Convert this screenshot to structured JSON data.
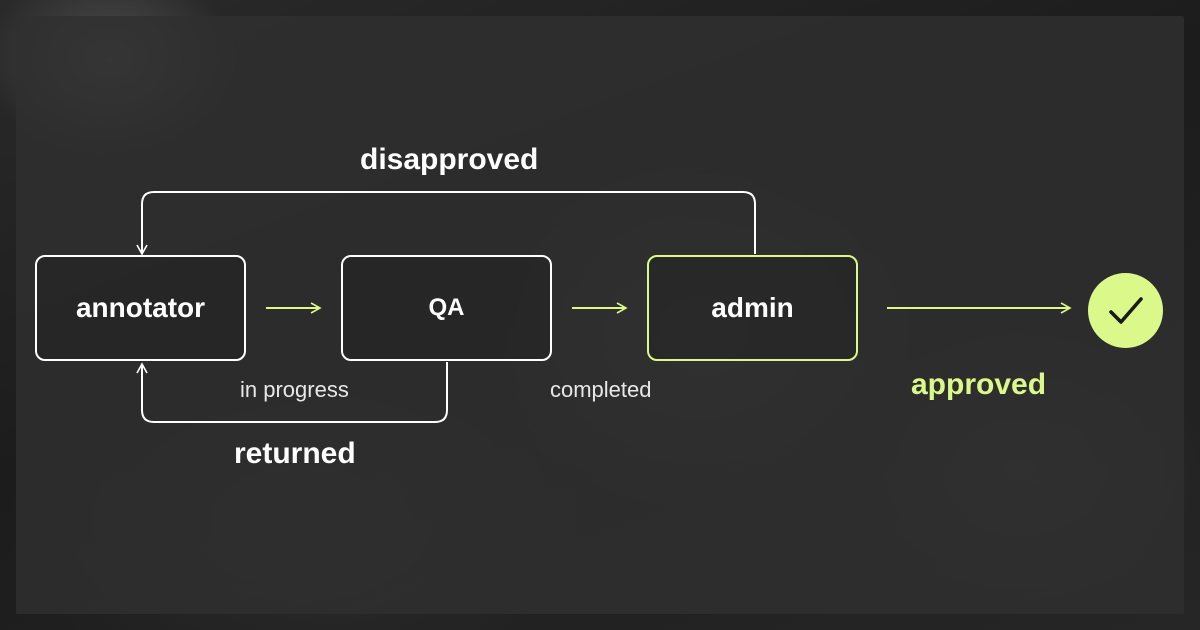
{
  "nodes": {
    "annotator": "annotator",
    "qa": "QA",
    "admin": "admin"
  },
  "labels": {
    "disapproved": "disapproved",
    "in_progress": "in progress",
    "completed": "completed",
    "returned": "returned",
    "approved": "approved"
  },
  "icons": {
    "status": "checkmark-icon"
  },
  "colors": {
    "accent": "#dbf98a",
    "line": "#ffffff",
    "panel": "#303030"
  }
}
